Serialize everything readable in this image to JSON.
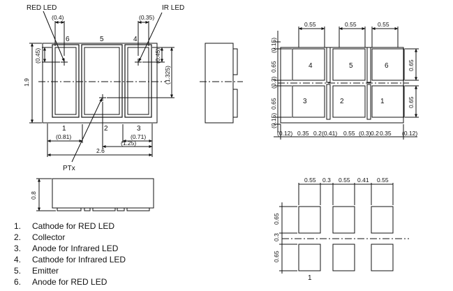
{
  "top_view": {
    "labels": {
      "red_led": "RED LED",
      "ir_led": "IR LED",
      "ptx": "PTx"
    },
    "top_dims": [
      "(0.4)",
      "(0.35)"
    ],
    "pad_numbers_top": [
      "6",
      "5",
      "4"
    ],
    "pad_numbers_bottom": [
      "1",
      "2",
      "3"
    ],
    "side_dims": [
      "(0.45)",
      "(0.45)",
      "(1.325)",
      "1.9"
    ],
    "bottom_dims": [
      "(0.81)",
      "(0.71)",
      "(1.25)",
      "2.6"
    ]
  },
  "side_view": {
    "height_dim": "0.8"
  },
  "footprint": {
    "top_dims": [
      "0.55",
      "0.55",
      "0.55"
    ],
    "pad_labels_top": [
      "4",
      "5",
      "6"
    ],
    "pad_labels_bottom": [
      "3",
      "2",
      "1"
    ],
    "left_dims": [
      "(0.15)",
      "0.65",
      "(0.3)",
      "0.65",
      "(0.15)"
    ],
    "right_dims": [
      "0.65",
      "0.65"
    ],
    "bottom_dims": [
      "(0.12)",
      "0.35",
      "0.2",
      "(0.41)",
      "0.55",
      "(0.3)",
      "0.2",
      "0.35",
      "(0.12)"
    ]
  },
  "land_pattern": {
    "top_dims": [
      "0.55",
      "0.3",
      "0.55",
      "0.41",
      "0.55"
    ],
    "left_dims": [
      "0.65",
      "0.3",
      "0.65"
    ],
    "pin1_label": "1"
  },
  "pin_list": [
    {
      "num": "1.",
      "text": "Cathode for RED LED"
    },
    {
      "num": "2.",
      "text": "Collector"
    },
    {
      "num": "3.",
      "text": "Anode for Infrared LED"
    },
    {
      "num": "4.",
      "text": "Cathode for Infrared LED"
    },
    {
      "num": "5.",
      "text": "Emitter"
    },
    {
      "num": "6.",
      "text": "Anode for RED LED"
    }
  ]
}
